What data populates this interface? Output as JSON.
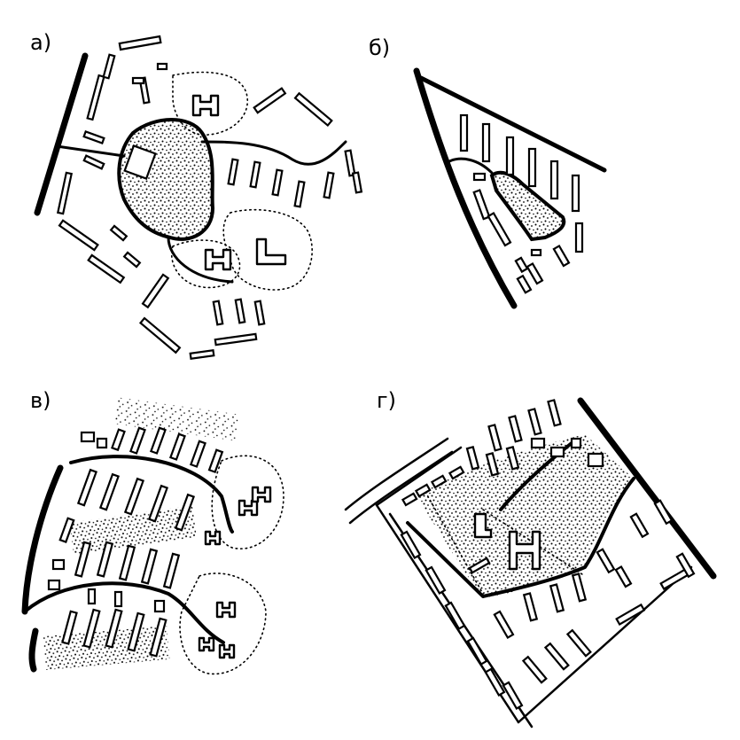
{
  "panels": {
    "a": {
      "label": "а)"
    },
    "b": {
      "label": "б)"
    },
    "v": {
      "label": "в)"
    },
    "g": {
      "label": "г)"
    }
  },
  "colors": {
    "ink": "#000000",
    "paper": "#ffffff"
  }
}
